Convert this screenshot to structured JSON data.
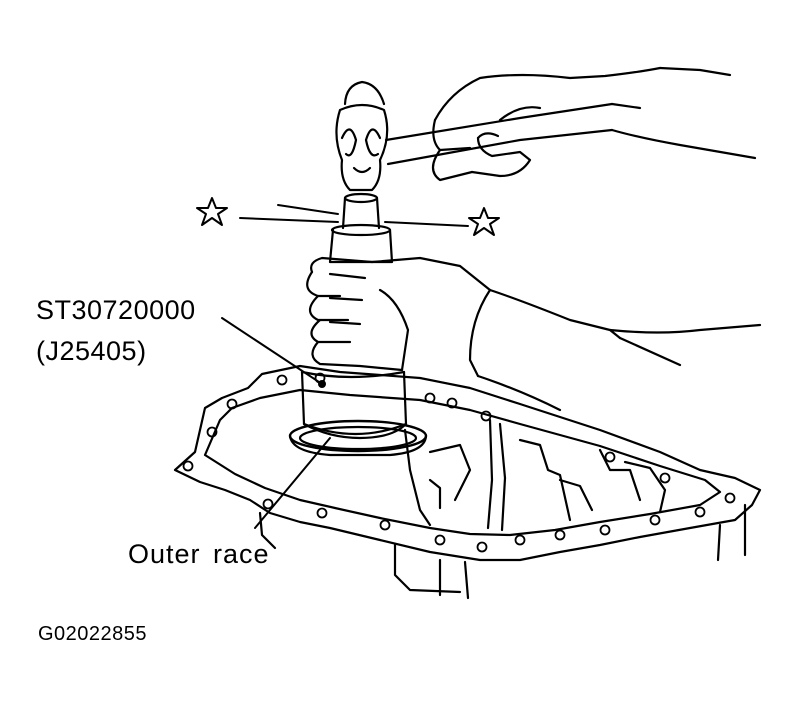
{
  "figure": {
    "callouts": {
      "tool_number": "ST30720000",
      "tool_alt_number": "(J25405)",
      "part_label": "Outer race"
    },
    "figure_id": "G02022855",
    "icons": [
      "hammer-icon",
      "star-icon",
      "hand-icon",
      "bearing-installer-icon",
      "transmission-case-icon"
    ],
    "colors": {
      "ink": "#000000",
      "paper": "#ffffff"
    }
  }
}
